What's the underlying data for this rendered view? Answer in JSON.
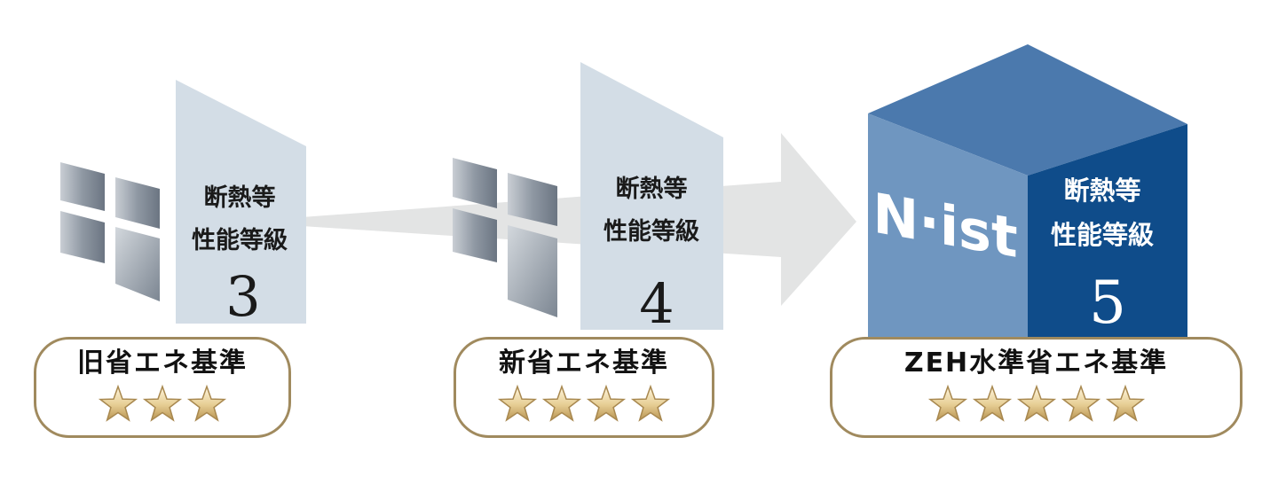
{
  "steps": [
    {
      "grade_label_line1": "断熱等",
      "grade_label_line2": "性能等級",
      "grade_number": "3",
      "standard_name": "旧省エネ基準",
      "stars": 3
    },
    {
      "grade_label_line1": "断熱等",
      "grade_label_line2": "性能等級",
      "grade_number": "4",
      "standard_name": "新省エネ基準",
      "stars": 4
    },
    {
      "grade_label_line1": "断熱等",
      "grade_label_line2": "性能等級",
      "grade_number": "5",
      "standard_name": "ZEH水準省エネ基準",
      "stars": 5
    }
  ],
  "logo": "N·ist",
  "colors": {
    "panel_light": "#d3dde6",
    "cube_top": "#4b79ad",
    "cube_left": "#6f96c0",
    "cube_right": "#0f4c8a",
    "badge_border": "#a08a5e",
    "arrow": "#e3e4e4",
    "star_gold": "#d6b775"
  }
}
